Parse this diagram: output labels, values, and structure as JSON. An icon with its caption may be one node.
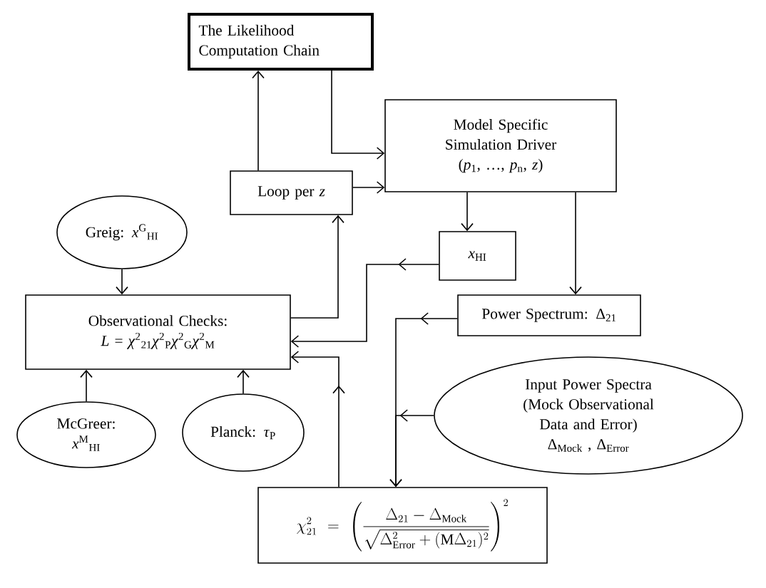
{
  "diagram": {
    "nodes": [
      {
        "text": [
          "The Likelihood Computation Chain"
        ]
      },
      {
        "text": [
          "Model Specific Simulation Driver",
          "(*p*$_{1}$, …, *p*$_{n}$, *z*)"
        ]
      },
      {
        "text": [
          "Loop per *z*"
        ]
      },
      {
        "text": [
          "Greig: *x*$^{G}$$_{HI}$"
        ]
      },
      {
        "text": [
          "*x*$_{HI}$"
        ]
      },
      {
        "text": [
          "Observational Checks: *L* = *χ*$^{2}$$_{21}$*χ*$^{2}$$_{P}$*χ*$^{2}$$_{G}$*χ*$^{2}$$_{M}$"
        ]
      },
      {
        "text": [
          "Power Spectrum:  Δ$_{21}$"
        ]
      },
      {
        "text": [
          "Input Power Spectra",
          "(Mock Observational Data and Error)",
          "Δ$_{Mock}$ , Δ$_{Error}$"
        ]
      },
      {
        "text": [
          "McGreer: *x*$^{M}$$_{HI}$"
        ]
      },
      {
        "text": [
          "Planck: *τ*$_{P}$"
        ]
      },
      {
        "text": [
          "\\chi^2_{21} = \\left(\\frac{\\Delta_{21} - \\Delta_{\\mathrm{Mock}}}{\\sqrt{\\Delta^2_{\\mathrm{Error}} + (\\mathrm{M}\\Delta_{21})^2}}\\right)^2"
        ]
      }
    ],
    "edges": [
      {
        "from": 2,
        "to": 0,
        "arrow": "to"
      },
      {
        "from": 0,
        "to": 1,
        "arrow": "to"
      },
      {
        "from": 2,
        "to": 1,
        "arrow": "to"
      },
      {
        "from": 1,
        "to": 4,
        "arrow": "to"
      },
      {
        "from": 1,
        "to": 6,
        "arrow": "to"
      },
      {
        "from": 3,
        "to": 5,
        "arrow": "to"
      },
      {
        "from": 5,
        "to": 2,
        "arrow": "to"
      },
      {
        "from": 4,
        "to": 5,
        "arrow": "to"
      },
      {
        "from": 10,
        "to": 5,
        "arrow": "to"
      },
      {
        "from": 6,
        "to": 10,
        "arrow": "to"
      },
      {
        "from": 7,
        "to": 10,
        "arrow": "to"
      },
      {
        "from": 8,
        "to": 5,
        "arrow": "to"
      },
      {
        "from": 9,
        "to": 5,
        "arrow": "to"
      }
    ]
  }
}
